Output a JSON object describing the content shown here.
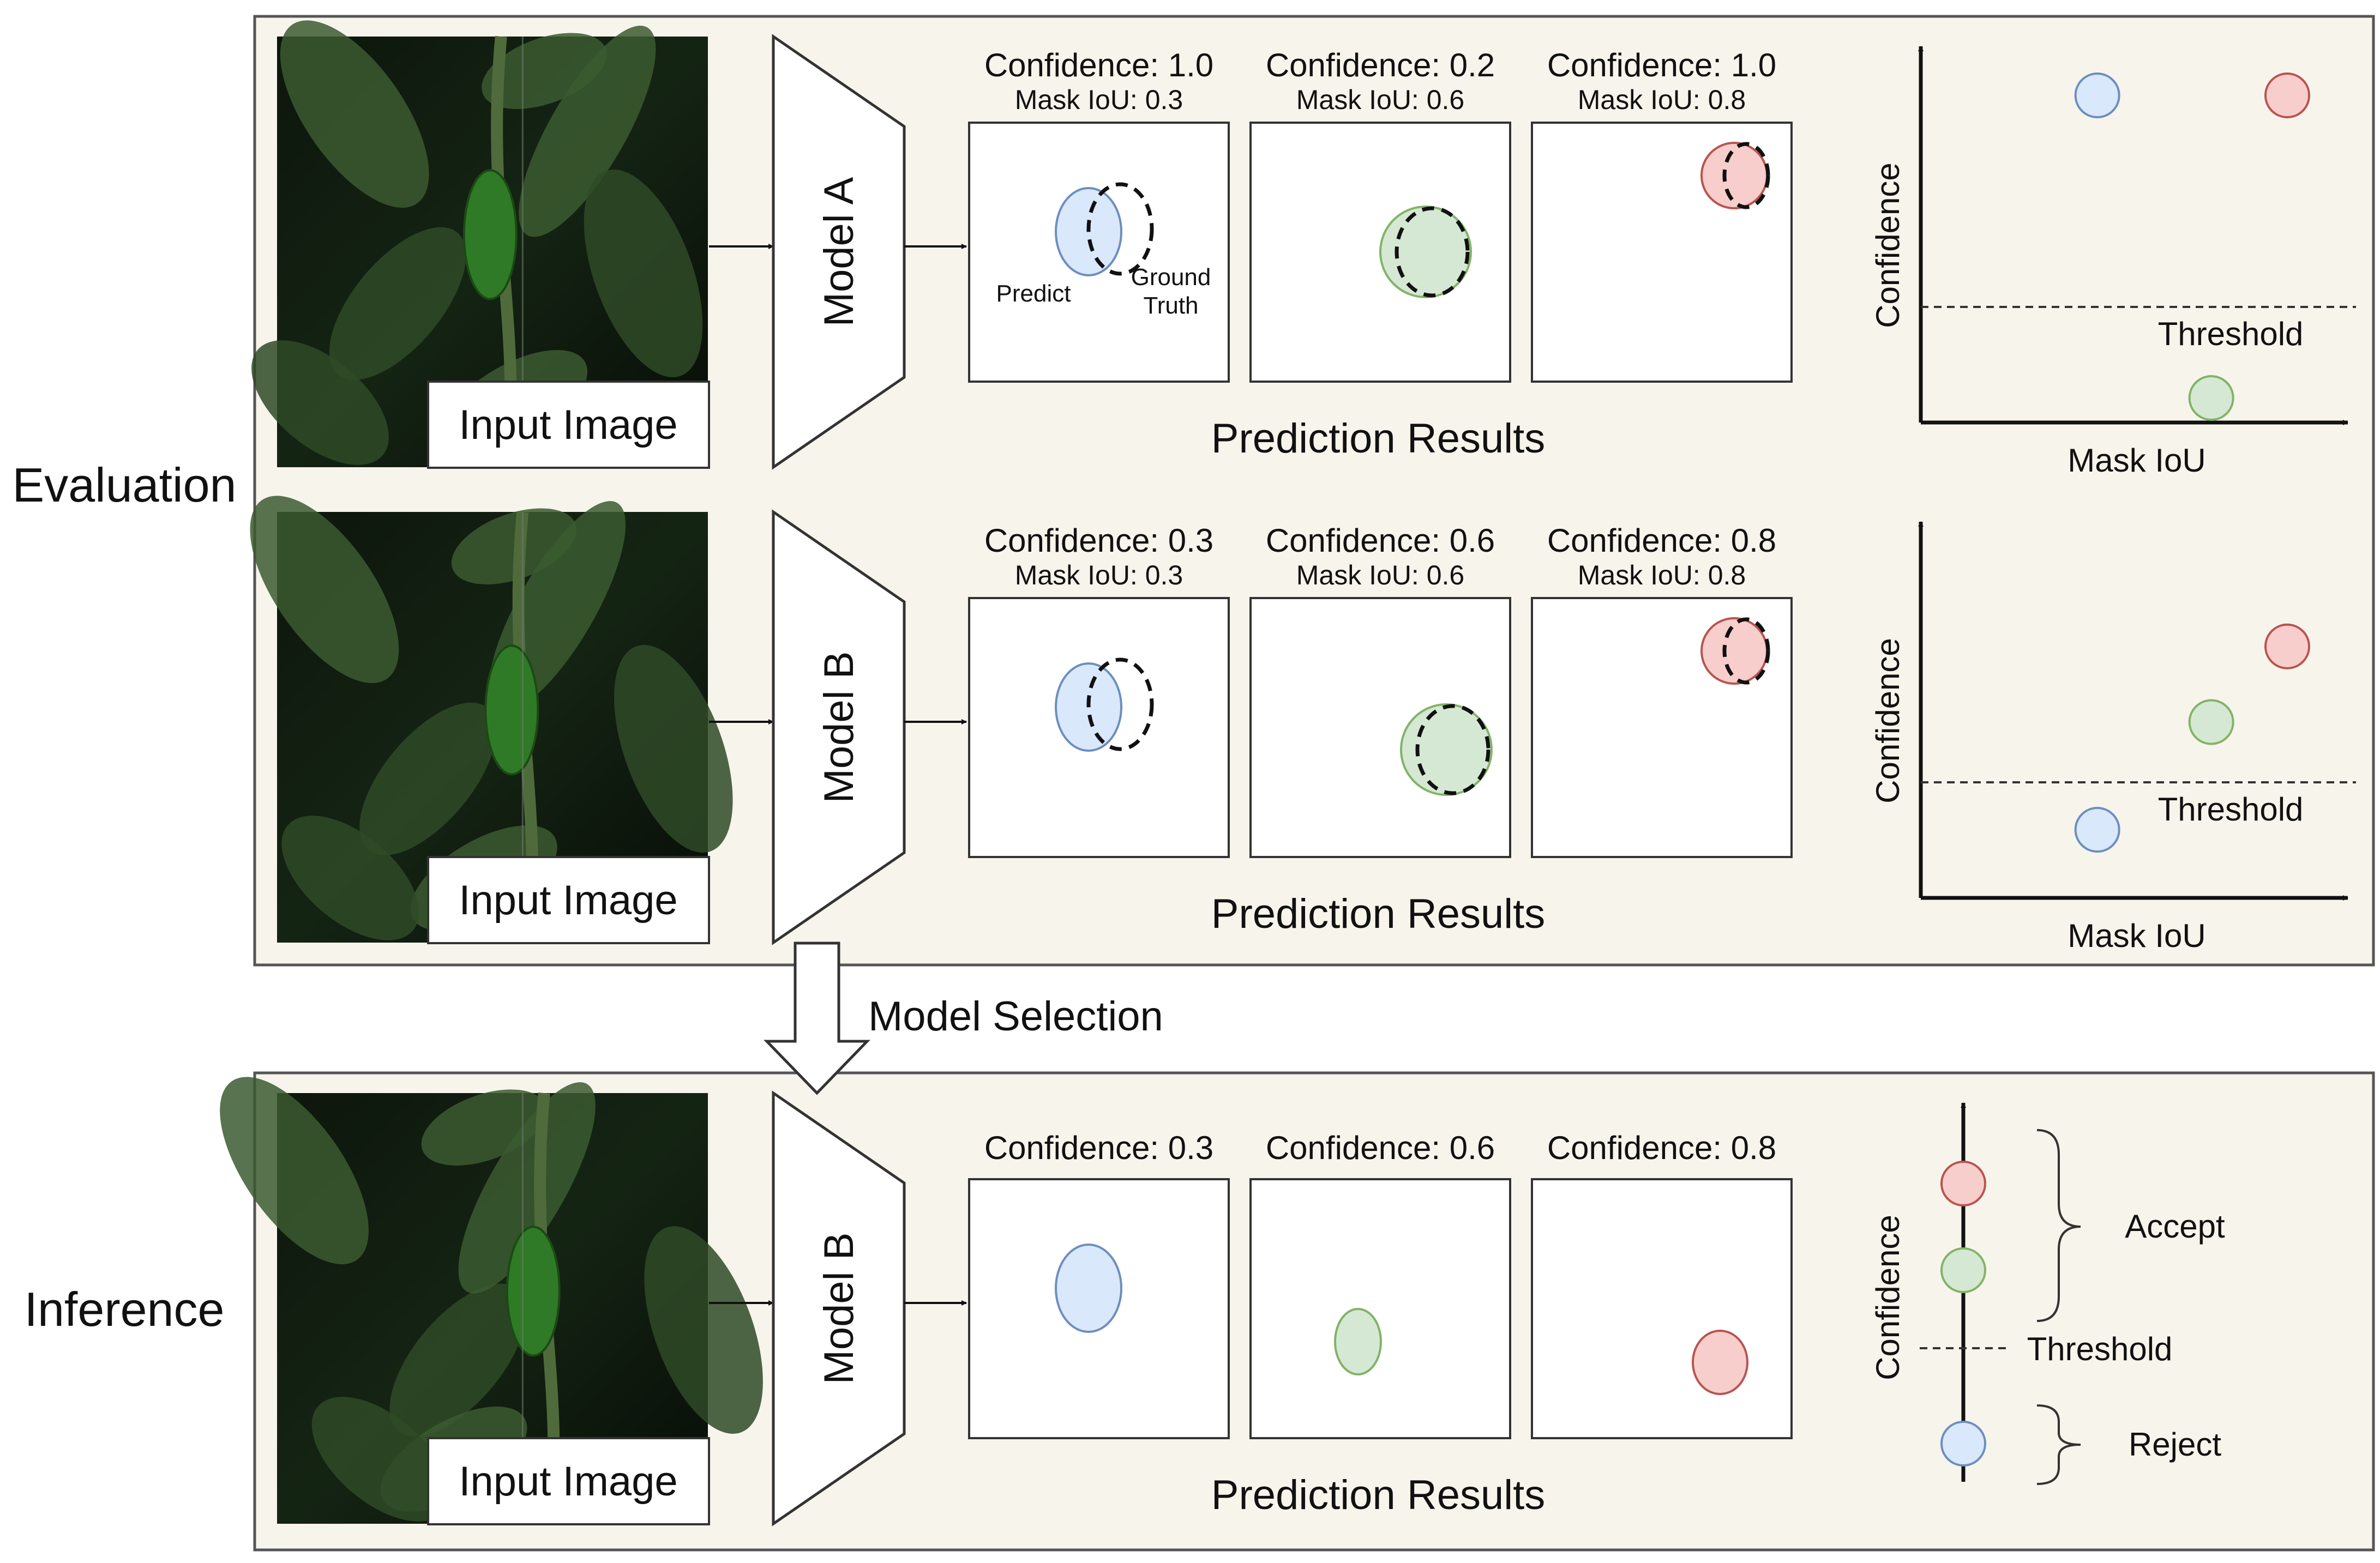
{
  "labels": {
    "evaluation": "Evaluation",
    "inference": "Inference",
    "model_selection": "Model Selection"
  },
  "colors": {
    "panel_bg": "#f7f4ec",
    "blue_fill": "#dae8fc",
    "blue_stroke": "#6c8ebf",
    "green_fill": "#d5e8d4",
    "green_stroke": "#82b366",
    "red_fill": "#f8cecc",
    "red_stroke": "#b85450"
  },
  "rows": [
    {
      "input_label": "Input Image",
      "model_label": "Model A",
      "results_title": "Prediction Results",
      "predictions": [
        {
          "confidence": "Confidence: 1.0",
          "iou": "Mask IoU: 0.3",
          "color": "blue"
        },
        {
          "confidence": "Confidence: 0.2",
          "iou": "Mask IoU: 0.6",
          "color": "green"
        },
        {
          "confidence": "Confidence: 1.0",
          "iou": "Mask IoU: 0.8",
          "color": "red"
        }
      ],
      "annotations": {
        "predict": "Predict",
        "ground_truth_line1": "Ground",
        "ground_truth_line2": "Truth"
      },
      "plot": {
        "ylabel": "Confidence",
        "xlabel": "Mask IoU",
        "threshold_label": "Threshold",
        "points": [
          {
            "color": "blue",
            "iou": 0.3,
            "confidence": 1.0
          },
          {
            "color": "green",
            "iou": 0.6,
            "confidence": 0.2
          },
          {
            "color": "red",
            "iou": 0.8,
            "confidence": 1.0
          }
        ]
      }
    },
    {
      "input_label": "Input Image",
      "model_label": "Model B",
      "results_title": "Prediction Results",
      "predictions": [
        {
          "confidence": "Confidence: 0.3",
          "iou": "Mask IoU: 0.3",
          "color": "blue"
        },
        {
          "confidence": "Confidence: 0.6",
          "iou": "Mask IoU: 0.6",
          "color": "green"
        },
        {
          "confidence": "Confidence: 0.8",
          "iou": "Mask IoU: 0.8",
          "color": "red"
        }
      ],
      "plot": {
        "ylabel": "Confidence",
        "xlabel": "Mask IoU",
        "threshold_label": "Threshold",
        "points": [
          {
            "color": "blue",
            "iou": 0.3,
            "confidence": 0.3
          },
          {
            "color": "green",
            "iou": 0.6,
            "confidence": 0.6
          },
          {
            "color": "red",
            "iou": 0.8,
            "confidence": 0.8
          }
        ]
      }
    },
    {
      "input_label": "Input Image",
      "model_label": "Model B",
      "results_title": "Prediction Results",
      "predictions": [
        {
          "confidence": "Confidence: 0.3",
          "color": "blue"
        },
        {
          "confidence": "Confidence: 0.6",
          "color": "green"
        },
        {
          "confidence": "Confidence: 0.8",
          "color": "red"
        }
      ],
      "axis": {
        "label": "Confidence",
        "threshold_label": "Threshold",
        "accept_label": "Accept",
        "reject_label": "Reject",
        "points": [
          {
            "color": "red",
            "confidence": 0.8,
            "decision": "Accept"
          },
          {
            "color": "green",
            "confidence": 0.6,
            "decision": "Accept"
          },
          {
            "color": "blue",
            "confidence": 0.3,
            "decision": "Reject"
          }
        ]
      }
    }
  ]
}
